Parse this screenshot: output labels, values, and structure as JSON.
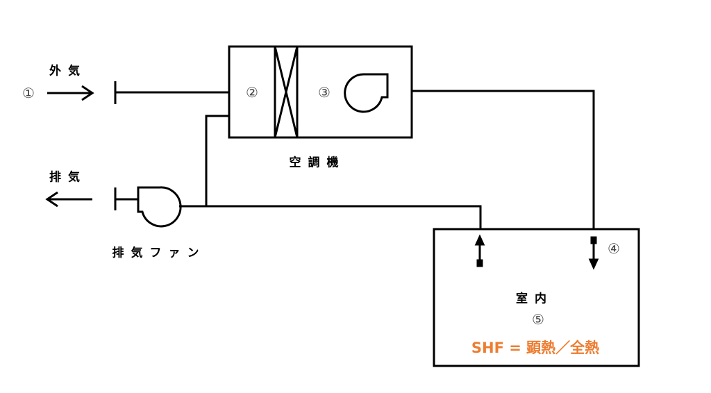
{
  "labels": {
    "outside_air": "外気",
    "exhaust_air": "排気",
    "ahu": "空調機",
    "exhaust_fan": "排気ファン",
    "room": "室内"
  },
  "points": {
    "p1": "①",
    "p2": "②",
    "p3": "③",
    "p4": "④",
    "p5": "⑤"
  },
  "formula": {
    "text": "SHF = 顕熱／全熱",
    "color": "#ED7D31"
  }
}
